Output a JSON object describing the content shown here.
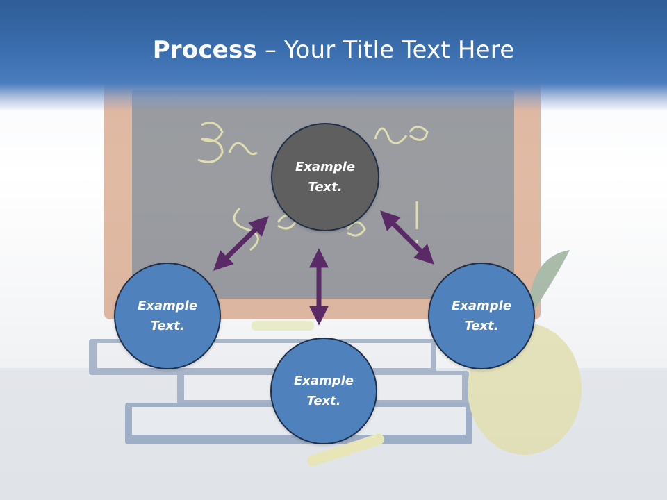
{
  "slide": {
    "title_bold": "Process",
    "title_rest": " – Your Title Text Here"
  },
  "nodes": {
    "top": {
      "line1": "Example",
      "line2": "Text."
    },
    "left": {
      "line1": "Example",
      "line2": "Text."
    },
    "bottom": {
      "line1": "Example",
      "line2": "Text."
    },
    "right": {
      "line1": "Example",
      "line2": "Text."
    }
  },
  "colors": {
    "title_band": "#3b6eae",
    "node_blue": "#4f81bd",
    "node_gray": "#5f5f5f",
    "arrow": "#5a2a66"
  }
}
